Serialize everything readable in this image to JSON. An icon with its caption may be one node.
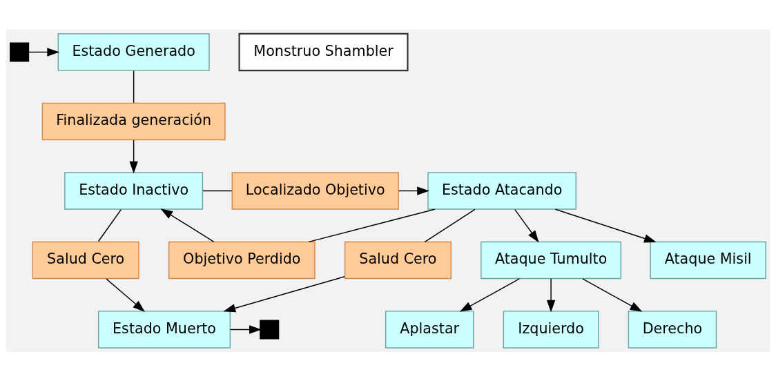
{
  "diagram": {
    "nodes": [
      {
        "text": [],
        "shape": "box"
      },
      {
        "text": [
          "Estado Generado"
        ]
      },
      {
        "text": [
          "Monstruo Shambler"
        ]
      },
      {
        "text": [
          "Finalizada generación"
        ]
      },
      {
        "text": [
          "Objetivo Perdido"
        ]
      },
      {
        "text": [
          "Estado Inactivo"
        ]
      },
      {
        "text": [
          "Localizado Objetivo"
        ]
      },
      {
        "text": [
          "Estado Atacando"
        ]
      },
      {
        "text": [
          "Salud Cero"
        ]
      },
      {
        "text": [
          "Salud Cero"
        ]
      },
      {
        "text": [
          "Ataque Tumulto"
        ]
      },
      {
        "text": [
          "Ataque Misil"
        ]
      },
      {
        "text": [],
        "shape": "box"
      },
      {
        "text": [
          "Estado Muerto"
        ]
      },
      {
        "text": [
          "Aplastar"
        ]
      },
      {
        "text": [
          "Izquierdo"
        ]
      },
      {
        "text": [
          "Derecho"
        ]
      }
    ],
    "edges": [
      {
        "from": 0,
        "to": 1,
        "arrow": "to"
      },
      {
        "from": 1,
        "to": 3,
        "arrow": "none"
      },
      {
        "from": 3,
        "to": 5,
        "arrow": "to"
      },
      {
        "from": 7,
        "to": 4,
        "arrow": "none"
      },
      {
        "from": 4,
        "to": 5,
        "arrow": "to"
      },
      {
        "from": 5,
        "to": 6,
        "arrow": "none"
      },
      {
        "from": 6,
        "to": 7,
        "arrow": "to"
      },
      {
        "from": 5,
        "to": 8,
        "arrow": "none"
      },
      {
        "from": 8,
        "to": 13,
        "arrow": "to"
      },
      {
        "from": 7,
        "to": 9,
        "arrow": "none"
      },
      {
        "from": 9,
        "to": 13,
        "arrow": "to"
      },
      {
        "from": 7,
        "to": 10,
        "arrow": "to"
      },
      {
        "from": 7,
        "to": 11,
        "arrow": "to"
      },
      {
        "from": 10,
        "to": 14,
        "arrow": "to"
      },
      {
        "from": 10,
        "to": 15,
        "arrow": "to"
      },
      {
        "from": 10,
        "to": 16,
        "arrow": "to"
      },
      {
        "from": 13,
        "to": 12,
        "arrow": "to"
      }
    ]
  }
}
